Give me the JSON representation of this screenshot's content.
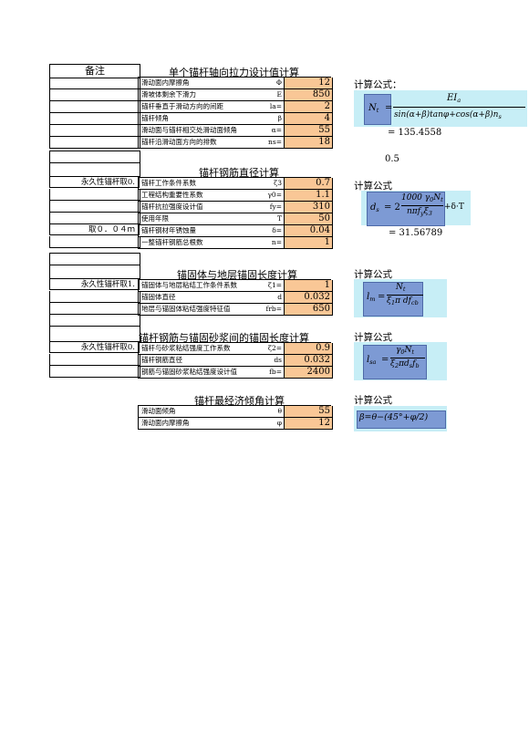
{
  "note_header": "备注",
  "notes": {
    "permanent_zeta3": "永久性锚杆取0.",
    "delta_note": "取０．０４ｍ",
    "permanent_zeta1": "永久性锚杆取1.",
    "permanent_zeta2": "永久性锚杆取0."
  },
  "sections": {
    "s1": {
      "title": "单个锚杆轴向拉力设计值计算",
      "rows": [
        {
          "label": "滑动面内摩擦角",
          "sym": "Φ",
          "value": "12"
        },
        {
          "label": "滑坡体剩余下滑力",
          "sym": "E",
          "value": "850"
        },
        {
          "label": "锚杆垂直于滑动方向的间距",
          "sym": "la=",
          "value": "2"
        },
        {
          "label": "锚杆倾角",
          "sym": "β",
          "value": "4"
        },
        {
          "label": "滑动面与锚杆相交处滑动面倾角",
          "sym": "α=",
          "value": "55"
        },
        {
          "label": "锚杆沿滑动面方向的排数",
          "sym": "ns=",
          "value": "18"
        }
      ],
      "formula_title": "计算公式：",
      "result": "=  135.4558",
      "extra": "0.5"
    },
    "s2": {
      "title": "锚杆钢筋直径计算",
      "rows": [
        {
          "label": "锚杆工作条件系数",
          "sym": "ζ3",
          "value": "0.7"
        },
        {
          "label": "工程结构重要性系数",
          "sym": "γ0=",
          "value": "1.1"
        },
        {
          "label": "锚杆抗拉强度设计值",
          "sym": "fy=",
          "value": "310"
        },
        {
          "label": "使用年限",
          "sym": "T",
          "value": "50"
        },
        {
          "label": "锚杆钢材年锈蚀量",
          "sym": "δ=",
          "value": "0.04"
        },
        {
          "label": "一整锚杆钢筋总根数",
          "sym": "n=",
          "value": "1"
        }
      ],
      "formula_title": "计算公式",
      "result": "=  31.56789"
    },
    "s3": {
      "title": "锚固体与地层锚固长度计算",
      "rows": [
        {
          "label": "锚固体与地层粘结工作条件系数",
          "sym": "ζ1=",
          "value": "1"
        },
        {
          "label": "锚固体直径",
          "sym": "d",
          "value": "0.032"
        },
        {
          "label": "地层与锚固体粘结强度特征值",
          "sym": "frb=",
          "value": "650"
        }
      ],
      "formula_title": "计算公式"
    },
    "s4": {
      "title": "锚杆钢筋与锚固砂浆间的锚固长度计算",
      "rows": [
        {
          "label": "锚杆与砂浆粘结强度工作系数",
          "sym": "ζ2=",
          "value": "0.9"
        },
        {
          "label": "锚杆钢筋直径",
          "sym": "ds",
          "value": "0.032"
        },
        {
          "label": "钢筋与锚固砂浆粘结强度设计值",
          "sym": "fb=",
          "value": "2400"
        }
      ],
      "formula_title": "计算公式"
    },
    "s5": {
      "title": "锚杆最经济倾角计算",
      "rows": [
        {
          "label": "滑动面倾角",
          "sym": "θ",
          "value": "55"
        },
        {
          "label": "滑动面内摩擦角",
          "sym": "φ",
          "value": "12"
        }
      ],
      "formula_title": "计算公式"
    }
  },
  "formulas": {
    "f1_lhs": "N",
    "f1_lhs_sub": "t",
    "f1_num": "EI",
    "f1_num_sub": "a",
    "f1_den": "sin(α+β)tanφ+cos(α+β)n",
    "f1_den_sub": "s",
    "f2_lhs": "d",
    "f2_lhs_sub": "s",
    "f2_coef": "= 2",
    "f2_num": "1000 γ",
    "f2_num_sub": "0",
    "f2_num2": "N",
    "f2_num2_sub": "t",
    "f2_den": "nπf",
    "f2_den_sub": "y",
    "f2_den2": "ξ",
    "f2_den2_sub": "3",
    "f2_tail": "+δ·T",
    "f3_lhs": "l",
    "f3_lhs_sub": "m",
    "f3_num": "N",
    "f3_num_sub": "t",
    "f3_den": "ξ",
    "f3_den_sub": "1",
    "f3_den2": "π df",
    "f3_den2_sub": "cb",
    "f4_lhs": "l",
    "f4_lhs_sub": "sa",
    "f4_num": "γ",
    "f4_num_sub": "0",
    "f4_num2": "N",
    "f4_num2_sub": "t",
    "f4_den": "ξ",
    "f4_den_sub": "2",
    "f4_den2": "πd",
    "f4_den2_sub": "s",
    "f4_den3": "f",
    "f4_den3_sub": "b",
    "f5": "β=θ−(45°+φ/2)"
  }
}
